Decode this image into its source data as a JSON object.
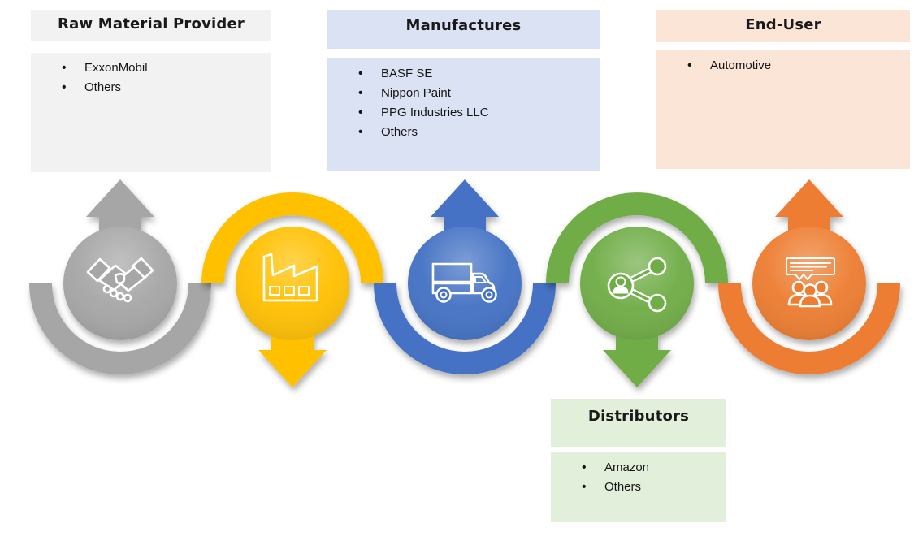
{
  "chain": [
    {
      "name": "raw-material-provider",
      "icon": "handshake-icon",
      "color": "#a6a6a6",
      "arrow_direction": "up",
      "box": {
        "title": "Raw Material Provider",
        "items": [
          "ExxonMobil",
          "Others"
        ],
        "fill": "#f2f2f2"
      }
    },
    {
      "name": "factory",
      "icon": "factory-icon",
      "color": "#ffc000",
      "arrow_direction": "down"
    },
    {
      "name": "manufactures",
      "icon": "truck-icon",
      "color": "#4472c4",
      "arrow_direction": "up",
      "box": {
        "title": "Manufactures",
        "items": [
          "BASF SE",
          "Nippon Paint",
          "PPG Industries LLC",
          "Others"
        ],
        "fill": "#dbe2f3"
      }
    },
    {
      "name": "distributors",
      "icon": "share-icon",
      "color": "#70ad47",
      "arrow_direction": "down",
      "box": {
        "title": "Distributors",
        "items": [
          "Amazon",
          "Others"
        ],
        "fill": "#e2efda"
      }
    },
    {
      "name": "end-user",
      "icon": "people-presentation-icon",
      "color": "#ed7d31",
      "arrow_direction": "up",
      "box": {
        "title": "End-User",
        "items": [
          "Automotive"
        ],
        "fill": "#fbe5d6"
      }
    }
  ]
}
